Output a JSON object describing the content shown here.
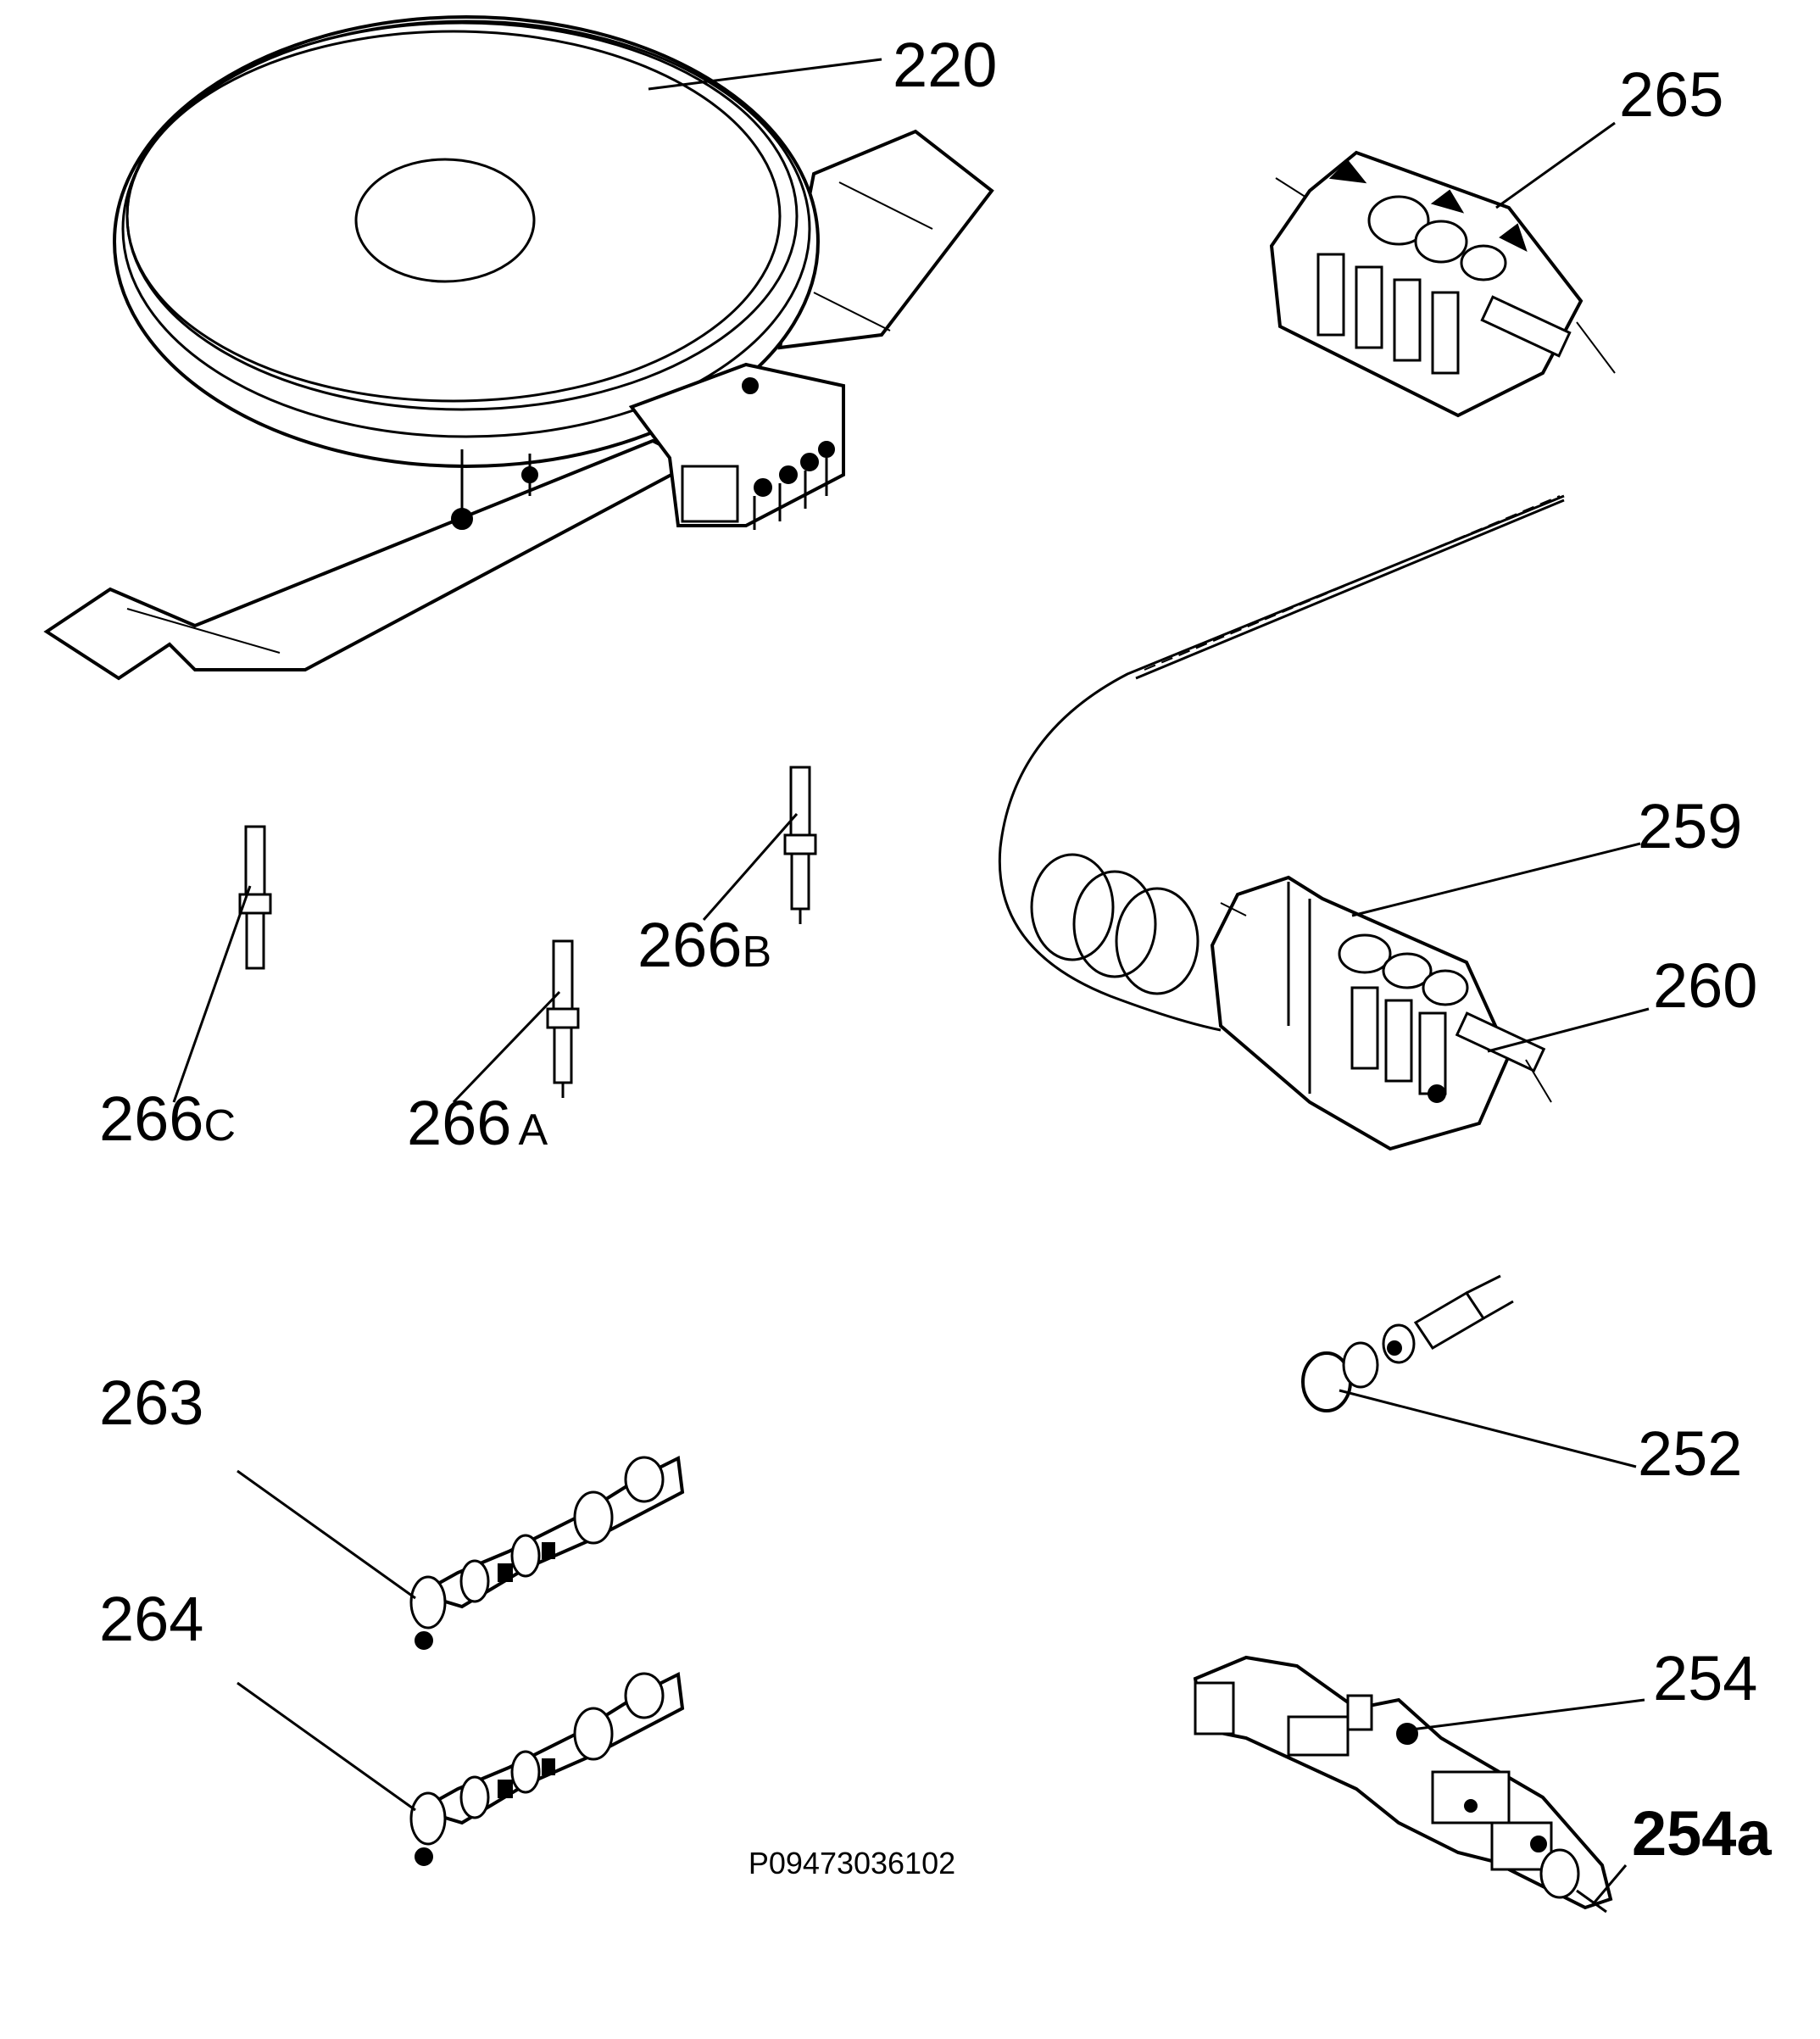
{
  "diagram": {
    "drawing_code": "P09473036102",
    "labels": [
      {
        "key": "220",
        "text": "220"
      },
      {
        "key": "265",
        "text": "265"
      },
      {
        "key": "259",
        "text": "259"
      },
      {
        "key": "260",
        "text": "260"
      },
      {
        "key": "266B",
        "main": "266",
        "suffix": "B"
      },
      {
        "key": "266C",
        "main": "266",
        "suffix": "C"
      },
      {
        "key": "266A",
        "main": "266",
        "suffix": "A"
      },
      {
        "key": "263",
        "text": "263"
      },
      {
        "key": "264",
        "text": "264"
      },
      {
        "key": "252",
        "text": "252"
      },
      {
        "key": "254",
        "text": "254"
      },
      {
        "key": "254a",
        "text": "254a"
      }
    ]
  }
}
